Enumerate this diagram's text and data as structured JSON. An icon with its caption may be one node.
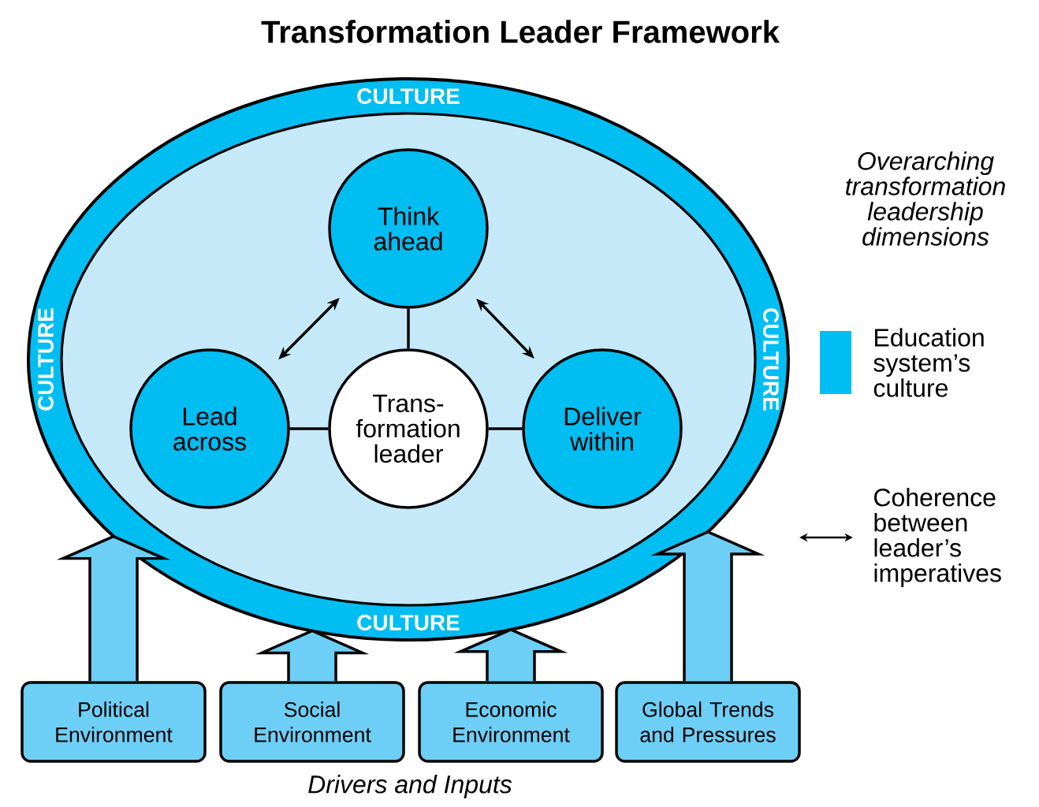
{
  "diagram": {
    "title": "Transformation Leader Framework",
    "caption": "Drivers and Inputs",
    "nodes": [
      {
        "text": [
          "CULTURE",
          "CULTURE",
          "CULTURE",
          "CULTURE"
        ]
      },
      {
        "text": [
          "Think ahead"
        ],
        "in": 0
      },
      {
        "text": [
          "Lead across"
        ],
        "in": 0
      },
      {
        "text": [
          "Trans- formation leader"
        ],
        "in": 0
      },
      {
        "text": [
          "Deliver within"
        ],
        "in": 0
      },
      {
        "text": [
          "Political Environment"
        ]
      },
      {
        "text": [
          "Social Environment"
        ]
      },
      {
        "text": [
          "Economic Environment"
        ]
      },
      {
        "text": [
          "Global Trends and Pressures"
        ]
      }
    ],
    "edges": [
      {
        "from": 2,
        "to": 1,
        "arrow": "both"
      },
      {
        "from": 1,
        "to": 4,
        "arrow": "both"
      },
      {
        "from": 1,
        "to": 3,
        "arrow": "none"
      },
      {
        "from": 2,
        "to": 3,
        "arrow": "none"
      },
      {
        "from": 3,
        "to": 4,
        "arrow": "none"
      },
      {
        "from": 5,
        "to": 0,
        "arrow": "to"
      },
      {
        "from": 6,
        "to": 0,
        "arrow": "to"
      },
      {
        "from": 7,
        "to": 0,
        "arrow": "to"
      },
      {
        "from": 8,
        "to": 0,
        "arrow": "to"
      }
    ],
    "labels": [
      "Overarching transformation leadership dimensions"
    ],
    "legend": [
      {
        "text": "Education system’s culture",
        "color": "#00bdf2"
      },
      {
        "text": "Coherence between leader’s imperatives"
      }
    ]
  }
}
